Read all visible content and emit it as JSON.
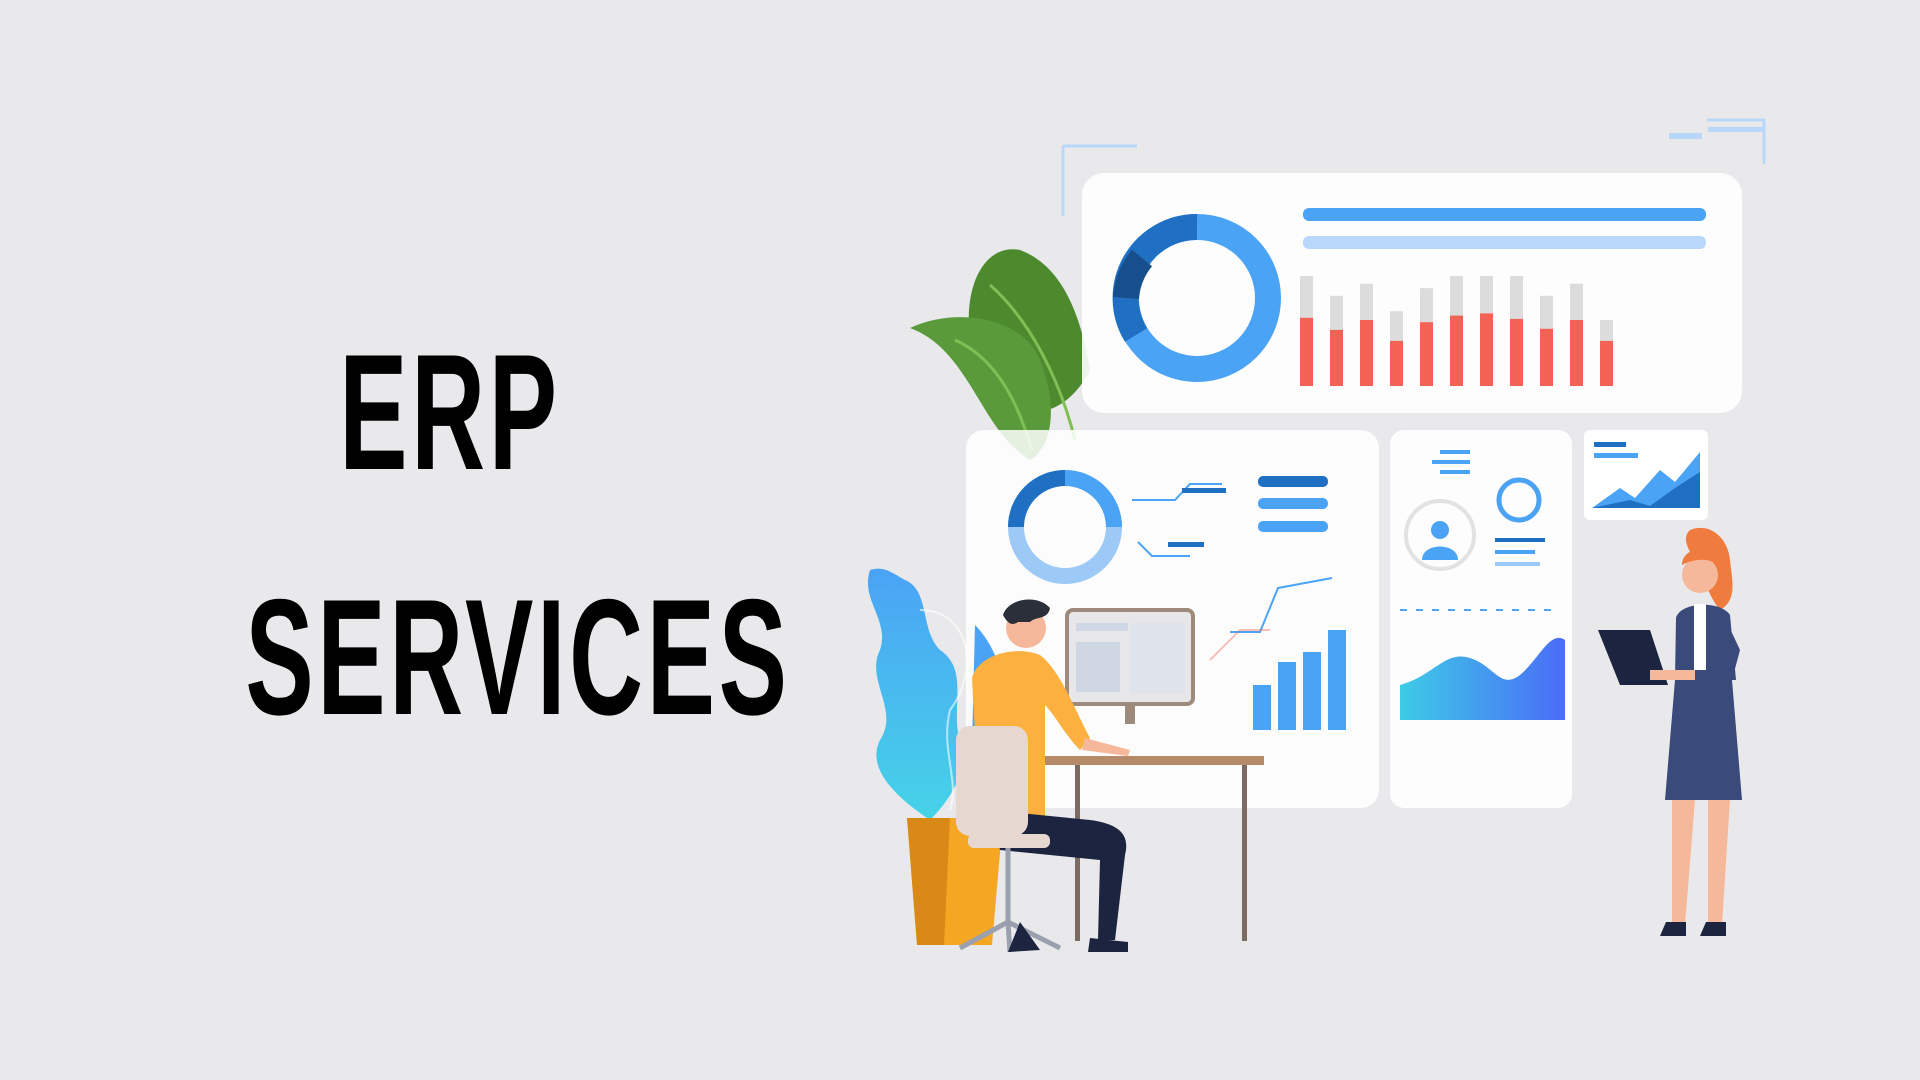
{
  "headline": {
    "line1": "ERP",
    "line2": "SERVICES"
  },
  "illustration": {
    "subject": "erp-dashboard-illustration",
    "colors": {
      "background": "#e9e9eb",
      "panel": "#ffffff",
      "accent_blue": "#4aa3f5",
      "dark_blue": "#1f6fc2",
      "light_blue": "#b9d7fb",
      "bar_red": "#f26356",
      "bar_gray": "#dcdcdc",
      "leaf_green": "#5b9a3a",
      "shirt_orange": "#fbb040",
      "skirt_navy": "#3a4a7a",
      "hair_orange": "#f07b3f",
      "pot_orange": "#f5a623"
    },
    "top_panel_bars": {
      "gray_levels": [
        1.0,
        0.82,
        0.93,
        0.68,
        0.89,
        1.0,
        1.0,
        1.0,
        0.82,
        0.93,
        0.6
      ],
      "red_levels": [
        0.62,
        0.51,
        0.6,
        0.41,
        0.58,
        0.64,
        0.66,
        0.61,
        0.52,
        0.6,
        0.41
      ]
    },
    "bottom_panel_bars": {
      "levels": [
        0.45,
        0.68,
        0.78,
        1.0
      ]
    }
  }
}
